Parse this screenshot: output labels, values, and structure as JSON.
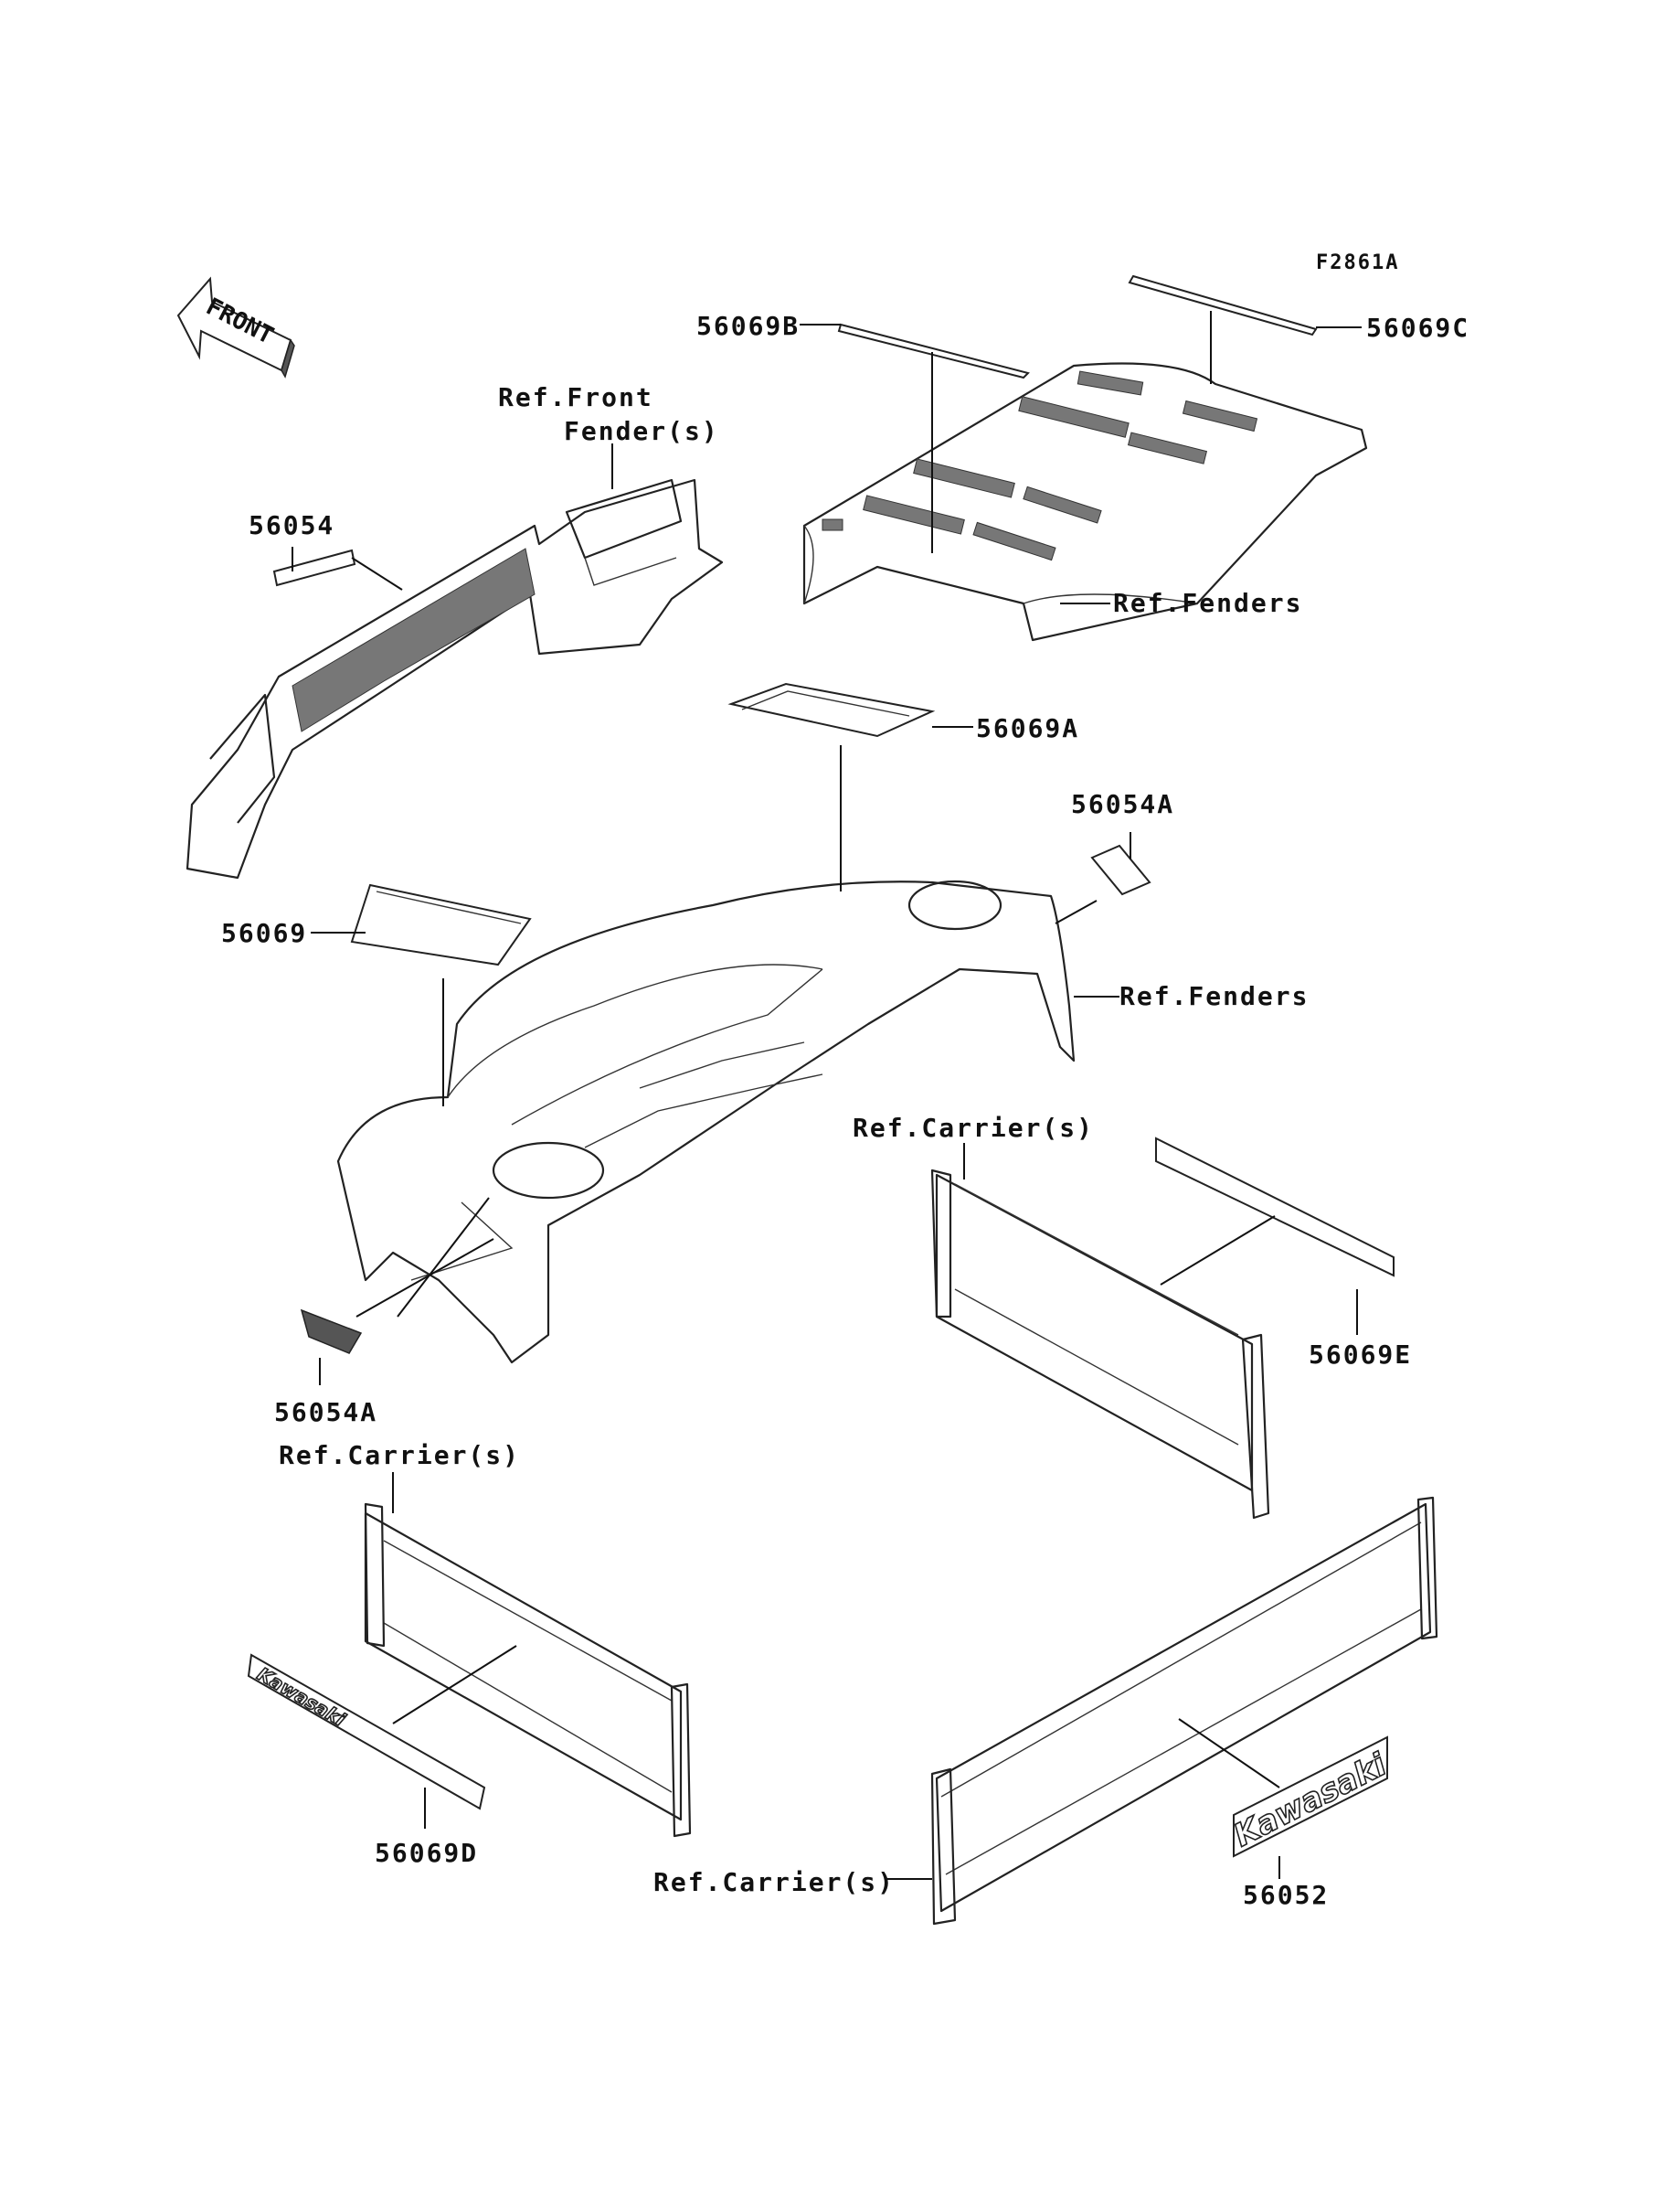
{
  "figure_code": "F2861A",
  "front_arrow": {
    "label": "FRONT",
    "icon": "front-direction-arrow-icon"
  },
  "labels": {
    "p56069B": "56069B",
    "p56069C": "56069C",
    "ref_front_fender_1": "Ref.Front",
    "ref_front_fender_2": "Fender(s)",
    "p56054": "56054",
    "ref_fenders_top": "Ref.Fenders",
    "p56069A": "56069A",
    "p56054A_right": "56054A",
    "p56069": "56069",
    "ref_fenders_mid": "Ref.Fenders",
    "ref_carrier_right": "Ref.Carrier(s)",
    "p56069E": "56069E",
    "p56054A_left": "56054A",
    "ref_carrier_left": "Ref.Carrier(s)",
    "p56069D": "56069D",
    "ref_carrier_bottom": "Ref.Carrier(s)",
    "p56052": "56052"
  },
  "decal_text": {
    "kawasaki": "Kawasaki"
  }
}
